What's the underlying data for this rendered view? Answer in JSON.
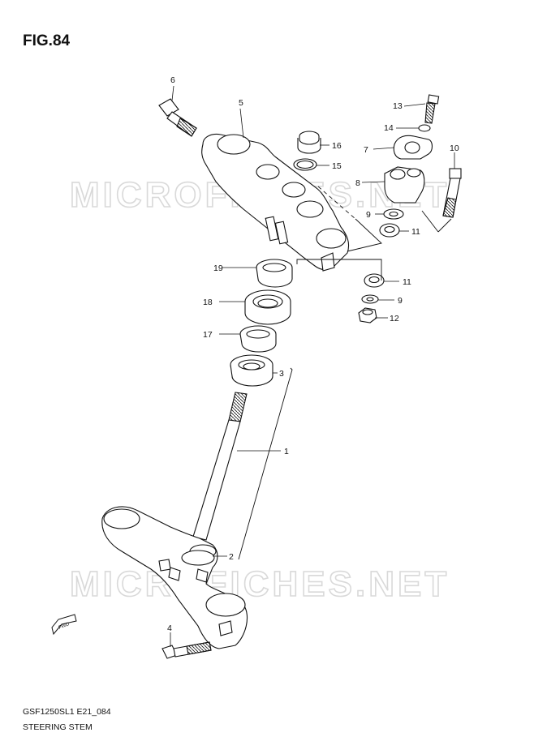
{
  "figure": {
    "title": "FIG.84",
    "watermark": "MICROFICHES.NET",
    "code": "GSF1250SL1 E21_084",
    "name": "STEERING STEM"
  },
  "callouts": [
    "1",
    "2",
    "3",
    "4",
    "5",
    "6",
    "7",
    "8",
    "9",
    "10",
    "11",
    "12",
    "13",
    "14",
    "15",
    "16",
    "17",
    "18",
    "19"
  ],
  "callout_labels": {
    "c1": "1",
    "c2": "2",
    "c3": "3",
    "c4": "4",
    "c5": "5",
    "c6": "6",
    "c7": "7",
    "c8": "8",
    "c9a": "9",
    "c9b": "9",
    "c10": "10",
    "c11a": "11",
    "c11b": "11",
    "c12": "12",
    "c13": "13",
    "c14": "14",
    "c15": "15",
    "c16": "16",
    "c17": "17",
    "c18": "18",
    "c19": "19"
  },
  "icons": {
    "fwd": "FWD"
  },
  "colors": {
    "line": "#111111",
    "watermark": "#d9d9d9",
    "background": "#ffffff"
  }
}
